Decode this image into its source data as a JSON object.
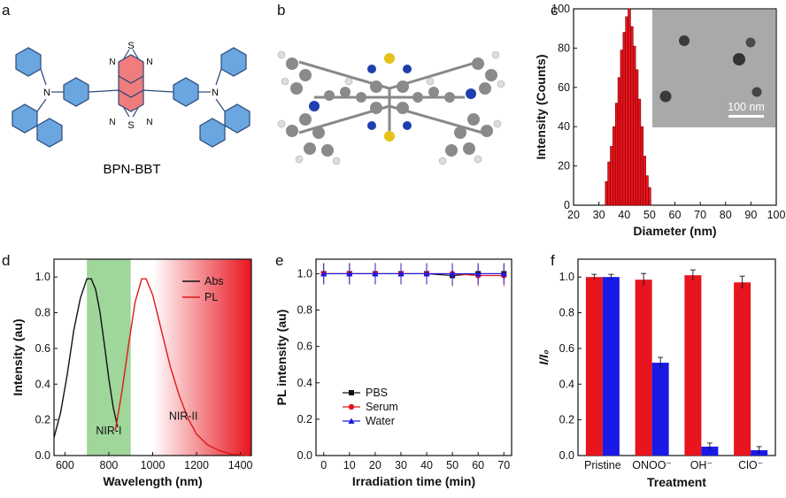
{
  "panels": {
    "a": {
      "label": "a",
      "compound": "BPN-BBT",
      "atom_s": "S",
      "atom_n": "N",
      "atom_n_amine": "N"
    },
    "b": {
      "label": "b"
    },
    "c": {
      "label": "c",
      "scale_bar": "100 nm"
    },
    "d": {
      "label": "d",
      "region_1": "NIR-I",
      "region_2": "NIR-II"
    },
    "e": {
      "label": "e"
    },
    "f": {
      "label": "f"
    }
  },
  "colors": {
    "bar_red": "#e8141e",
    "bar_blue": "#1a1ae6",
    "pl_red": "#e01818",
    "nir1_green": "#9fd69a",
    "mol_blue": "#6aa6e0",
    "mol_red": "#f07c7c"
  },
  "chart_data": [
    {
      "panel": "c",
      "type": "bar",
      "xlabel": "Diameter (nm)",
      "ylabel": "Intensity (Counts)",
      "xlim": [
        20,
        100
      ],
      "ylim": [
        0,
        100
      ],
      "xticks": [
        20,
        30,
        40,
        50,
        60,
        70,
        80,
        90,
        100
      ],
      "yticks": [
        0,
        20,
        40,
        60,
        80,
        100
      ],
      "bins": [
        33,
        34,
        35,
        36,
        37,
        38,
        39,
        40,
        41,
        42,
        43,
        44,
        45,
        46,
        47,
        48,
        49,
        50
      ],
      "values": [
        12,
        22,
        30,
        40,
        52,
        65,
        79,
        88,
        96,
        100,
        91,
        81,
        69,
        54,
        40,
        25,
        15,
        9
      ]
    },
    {
      "panel": "d",
      "type": "line",
      "xlabel": "Wavelength (nm)",
      "ylabel": "Intensity (au)",
      "xlim": [
        550,
        1450
      ],
      "ylim": [
        0,
        1.1
      ],
      "xticks": [
        600,
        800,
        1000,
        1200,
        1400
      ],
      "yticks": [
        0.0,
        0.2,
        0.4,
        0.6,
        0.8,
        1.0
      ],
      "legend": "top-right",
      "series": [
        {
          "name": "Abs",
          "x": [
            550,
            580,
            610,
            640,
            670,
            700,
            720,
            740,
            760,
            780,
            800,
            820,
            840
          ],
          "y": [
            0.1,
            0.24,
            0.45,
            0.7,
            0.88,
            0.99,
            0.99,
            0.93,
            0.8,
            0.62,
            0.43,
            0.27,
            0.16
          ]
        },
        {
          "name": "PL",
          "x": [
            830,
            860,
            890,
            920,
            950,
            970,
            1000,
            1040,
            1080,
            1120,
            1160,
            1200,
            1250,
            1300,
            1350,
            1400,
            1440
          ],
          "y": [
            0.14,
            0.36,
            0.62,
            0.86,
            0.99,
            0.99,
            0.9,
            0.7,
            0.5,
            0.34,
            0.21,
            0.12,
            0.06,
            0.03,
            0.01,
            0.005,
            0.0
          ]
        }
      ]
    },
    {
      "panel": "e",
      "type": "line",
      "xlabel": "Irradiation time (min)",
      "ylabel": "PL intensity (au)",
      "xlim": [
        -3,
        73
      ],
      "ylim": [
        0,
        1.08
      ],
      "xticks": [
        0,
        10,
        20,
        30,
        40,
        50,
        60,
        70
      ],
      "yticks": [
        0.0,
        0.2,
        0.4,
        0.6,
        0.8,
        1.0
      ],
      "legend": "lower-left",
      "x": [
        0,
        10,
        20,
        30,
        40,
        50,
        60,
        70
      ],
      "series": [
        {
          "name": "PBS",
          "values": [
            1.0,
            1.0,
            1.0,
            1.0,
            1.0,
            0.99,
            1.0,
            1.0
          ]
        },
        {
          "name": "Serum",
          "values": [
            1.0,
            1.0,
            1.0,
            1.0,
            1.0,
            1.0,
            0.99,
            0.99
          ]
        },
        {
          "name": "Water",
          "values": [
            1.0,
            1.0,
            1.0,
            1.0,
            1.0,
            1.0,
            1.0,
            1.0
          ]
        }
      ]
    },
    {
      "panel": "f",
      "type": "bar",
      "xlabel": "Treatment",
      "ylabel": "I/I₀",
      "ylim": [
        0,
        1.1
      ],
      "yticks": [
        0.0,
        0.2,
        0.4,
        0.6,
        0.8,
        1.0
      ],
      "categories": [
        "Pristine",
        "ONOO⁻",
        "OH⁻",
        "ClO⁻"
      ],
      "series": [
        {
          "values": [
            1.0,
            0.985,
            1.01,
            0.97
          ],
          "errors": [
            0.015,
            0.035,
            0.03,
            0.035
          ]
        },
        {
          "values": [
            1.0,
            0.52,
            0.05,
            0.03
          ],
          "errors": [
            0.015,
            0.03,
            0.02,
            0.02
          ]
        }
      ]
    }
  ]
}
